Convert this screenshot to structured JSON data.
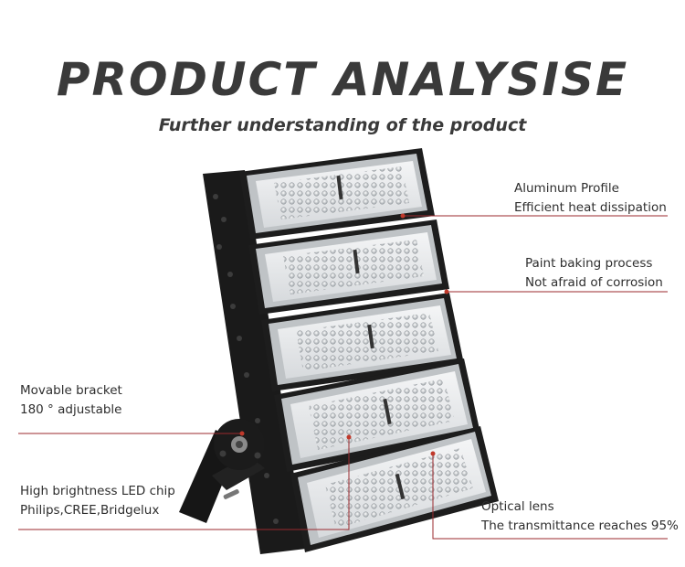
{
  "header": {
    "title": "PRODUCT ANALYSISE",
    "subtitle": "Further understanding of the product"
  },
  "annotations": {
    "aluminum": {
      "line1": "Aluminum Profile",
      "line2": "Efficient heat dissipation"
    },
    "paint": {
      "line1": "Paint baking process",
      "line2": "Not afraid of corrosion"
    },
    "bracket": {
      "line1": "Movable bracket",
      "line2": "180 ° adjustable"
    },
    "chip": {
      "line1": "High brightness LED chip",
      "line2": "Philips,CREE,Bridgelux"
    },
    "lens": {
      "line1": "Optical lens",
      "line2": "The transmittance reaches 95%"
    }
  },
  "colors": {
    "leader_line": "#9b2a2e",
    "dot": "#c0392b",
    "text": "#2e2e2e",
    "housing": "#1d1d1d"
  }
}
